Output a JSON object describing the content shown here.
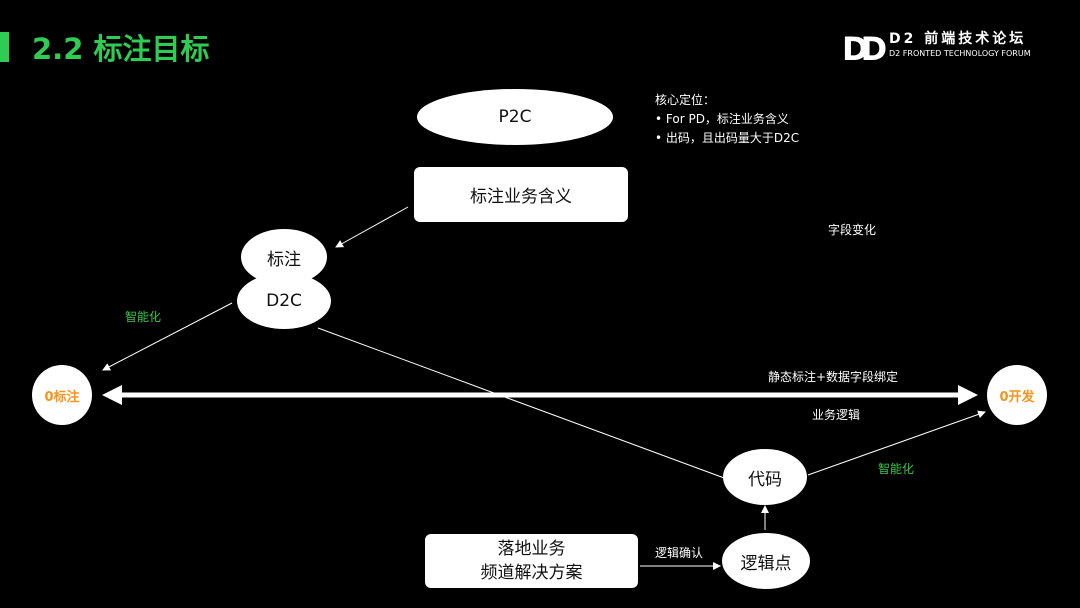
{
  "title": "2.2 标注目标",
  "logo": {
    "line1": "D2 前端技术论坛",
    "line2": "D2 FRONTED TECHNOLOGY FORUM"
  },
  "nodes": {
    "p2c": "P2C",
    "annotate_meaning": "标注业务含义",
    "annotate": "标注",
    "d2c": "D2C",
    "zero_annotate": "0标注",
    "zero_dev": "0开发",
    "code": "代码",
    "logic_point": "逻辑点",
    "landing_line1": "落地业务",
    "landing_line2": "频道解决方案"
  },
  "notes": {
    "core_title": "核心定位：",
    "core_items": [
      "• For PD，标注业务含义",
      "• 出码，且出码量大于D2C"
    ],
    "field_change": "字段变化",
    "smart1": "智能化",
    "static": "静态标注+数据字段绑定",
    "biz_logic": "业务逻辑",
    "smart2": "智能化",
    "logic_confirm": "逻辑确认"
  },
  "colors": {
    "accent": "#2ecc52",
    "orange": "#f7941d"
  }
}
